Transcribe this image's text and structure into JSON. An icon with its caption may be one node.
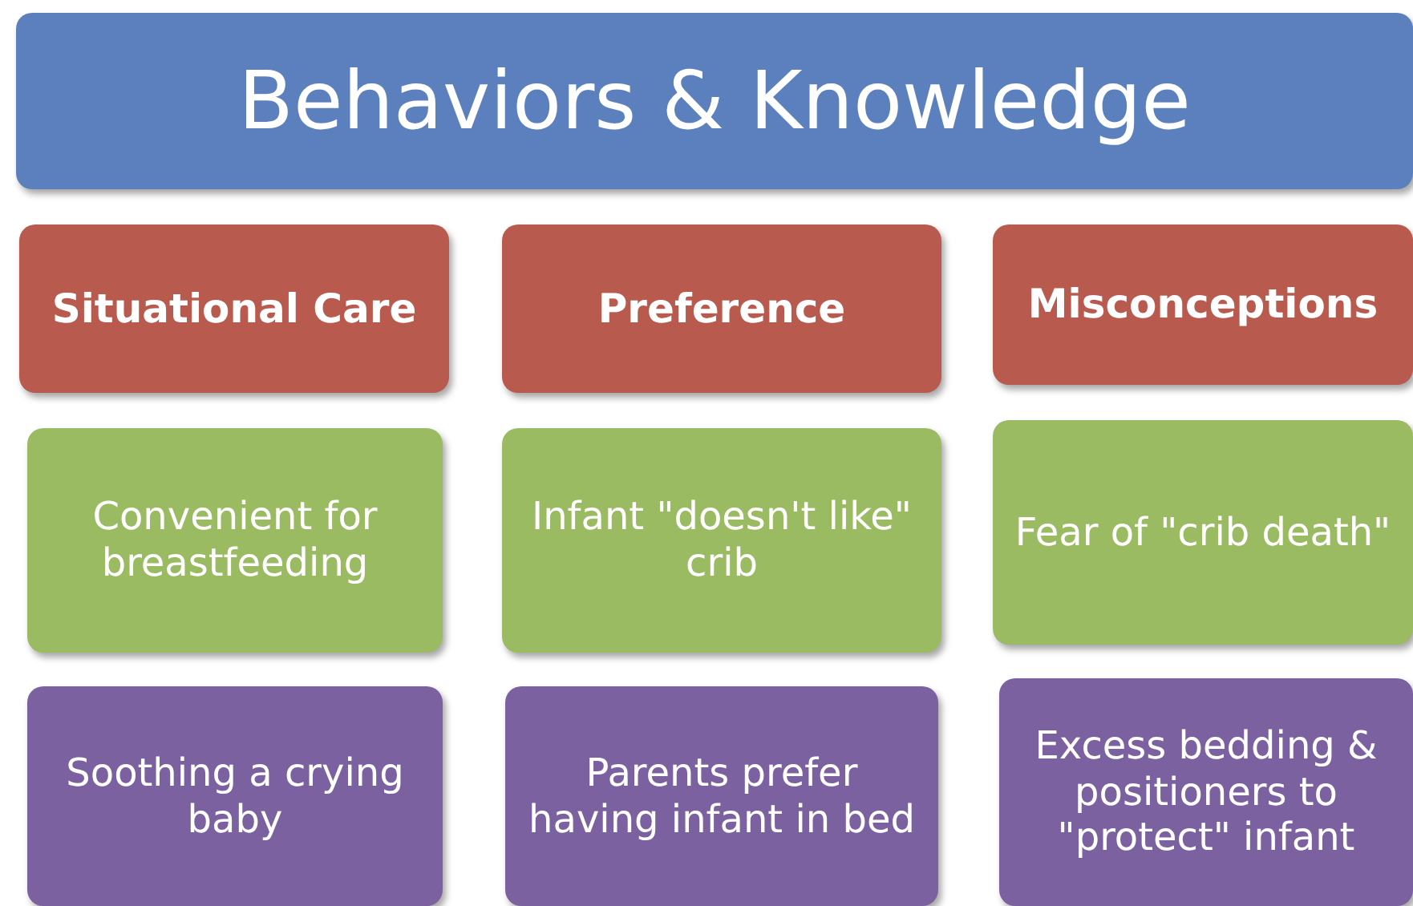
{
  "diagram": {
    "nodes": [
      {
        "text": [
          "Behaviors & Knowledge"
        ]
      },
      {
        "text": [
          "Situational Care"
        ]
      },
      {
        "text": [
          "Preference"
        ]
      },
      {
        "text": [
          "Misconceptions"
        ]
      },
      {
        "text": [
          "Convenient for breastfeeding"
        ]
      },
      {
        "text": [
          "Infant \"doesn't like\" crib"
        ]
      },
      {
        "text": [
          "Fear of \"crib death\""
        ]
      },
      {
        "text": [
          "Soothing a crying baby"
        ]
      },
      {
        "text": [
          "Parents prefer having infant in bed"
        ]
      },
      {
        "text": [
          "Excess bedding & positioners to \"protect\" infant"
        ]
      }
    ],
    "edges": []
  }
}
